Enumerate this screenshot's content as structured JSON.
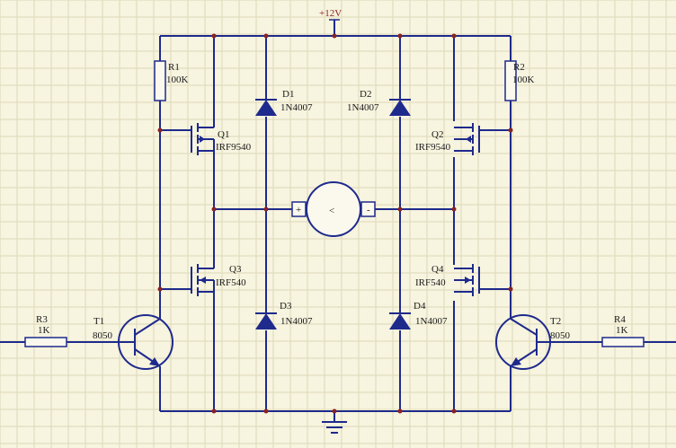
{
  "supply": {
    "label": "+12V"
  },
  "resistors": {
    "r1": {
      "ref": "R1",
      "value": "100K"
    },
    "r2": {
      "ref": "R2",
      "value": "100K"
    },
    "r3": {
      "ref": "R3",
      "value": "1K"
    },
    "r4": {
      "ref": "R4",
      "value": "1K"
    }
  },
  "mosfets": {
    "q1": {
      "ref": "Q1",
      "part": "IRF9540"
    },
    "q2": {
      "ref": "Q2",
      "part": "IRF9540"
    },
    "q3": {
      "ref": "Q3",
      "part": "IRF540"
    },
    "q4": {
      "ref": "Q4",
      "part": "IRF540"
    }
  },
  "diodes": {
    "d1": {
      "ref": "D1",
      "part": "1N4007"
    },
    "d2": {
      "ref": "D2",
      "part": "1N4007"
    },
    "d3": {
      "ref": "D3",
      "part": "1N4007"
    },
    "d4": {
      "ref": "D4",
      "part": "1N4007"
    }
  },
  "transistors": {
    "t1": {
      "ref": "T1",
      "part": "8050"
    },
    "t2": {
      "ref": "T2",
      "part": "8050"
    }
  },
  "motor": {
    "symbol": "<",
    "plus": "+",
    "minus": "-"
  },
  "colors": {
    "wire": "#1e2a8c",
    "background": "#f7f4df",
    "grid": "#ddd9b8",
    "junction": "#8a2323"
  }
}
